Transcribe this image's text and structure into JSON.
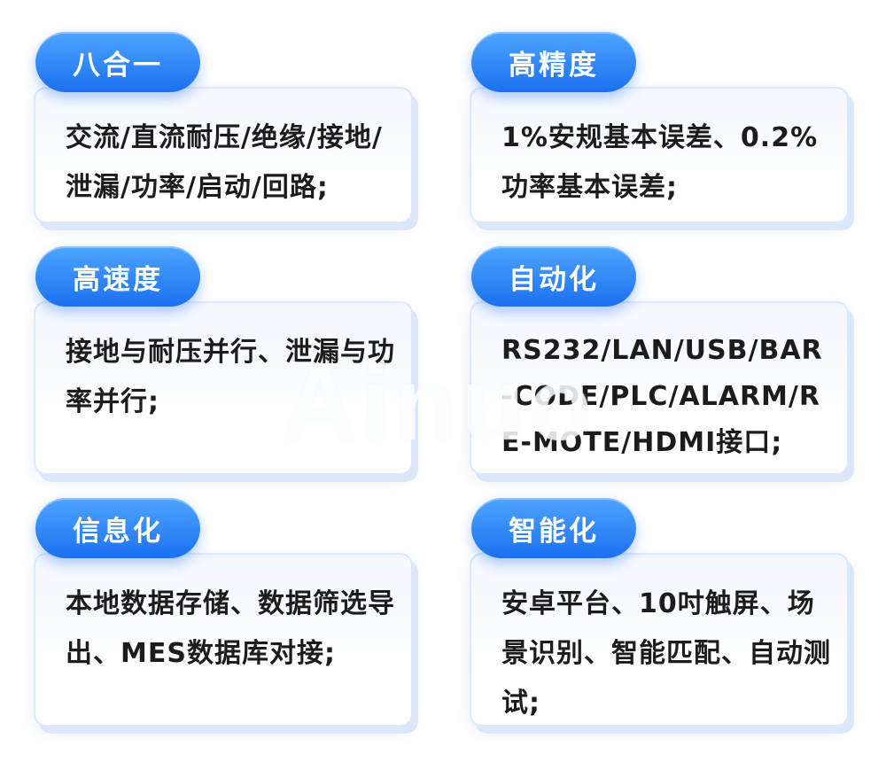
{
  "features": [
    {
      "title": "八合一",
      "text": "交流/直流耐压/绝缘/接地/泄漏/功率/启动/回路;"
    },
    {
      "title": "高精度",
      "text": "1%安规基本误差、0.2%功率基本误差;"
    },
    {
      "title": "高速度",
      "text": "接地与耐压并行、泄漏与功率并行;"
    },
    {
      "title": "自动化",
      "text": "RS232/LAN/USB/BAR-CODE/PLC/ALARM/RE-MOTE/HDMI接口;"
    },
    {
      "title": "信息化",
      "text": "本地数据存储、数据筛选导出、MES数据库对接;"
    },
    {
      "title": "智能化",
      "text": "安卓平台、10吋触屏、场景识别、智能匹配、自动测试;"
    }
  ],
  "watermark": "Ainuo",
  "colors": {
    "badge_top": "#4fa5ff",
    "badge_bottom": "#1b70ef",
    "text": "#1c1c1c"
  }
}
